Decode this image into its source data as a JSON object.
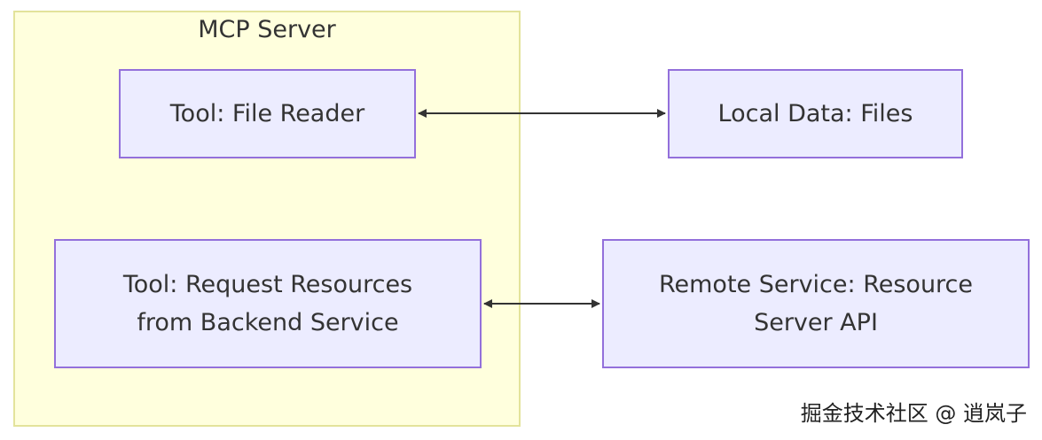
{
  "group": {
    "title": "MCP Server"
  },
  "nodes": {
    "file_reader": {
      "label": "Tool: File Reader"
    },
    "local_data": {
      "label": "Local Data: Files"
    },
    "request_resources": {
      "line1": "Tool: Request Resources",
      "line2": "from Backend Service"
    },
    "remote_service": {
      "line1": "Remote Service: Resource",
      "line2": "Server API"
    }
  },
  "edges": [
    {
      "from": "file_reader",
      "to": "local_data",
      "direction": "bidirectional"
    },
    {
      "from": "request_resources",
      "to": "remote_service",
      "direction": "bidirectional"
    }
  ],
  "watermark": {
    "text": "掘金技术社区 @ 逍岚子"
  },
  "colors": {
    "group_fill": "#ffffdd",
    "group_border": "#e3e39b",
    "node_fill": "#ececff",
    "node_border": "#9370db",
    "edge": "#333333",
    "text": "#333333"
  }
}
